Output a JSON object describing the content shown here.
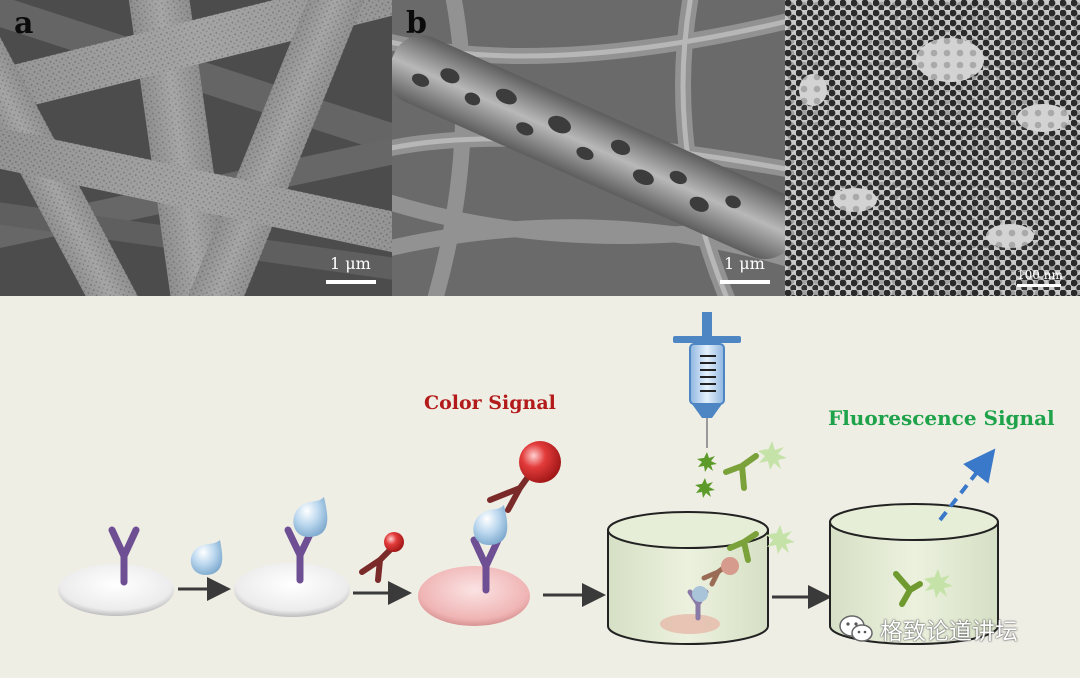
{
  "panels": {
    "a": {
      "letter": "a",
      "scale_label": "1 μm"
    },
    "b": {
      "letter": "b",
      "scale_label": "1 μm"
    },
    "c": {
      "scale_label": "100 nm"
    }
  },
  "scheme": {
    "color_signal_label": "Color Signal",
    "fluorescence_signal_label": "Fluorescence Signal"
  },
  "colors": {
    "background": "#efeee5",
    "color_signal": "#b31b1b",
    "fluorescence_signal": "#1ea34a",
    "antibody_capture": "#7a5a9e",
    "antigen": "#a8cdea",
    "gold_nanoparticle": "#d8262a",
    "fluorescent_antibody": "#7aa13a",
    "arrow": "#3a3a3a",
    "dashed_arrow": "#3a78c9"
  },
  "watermark": {
    "text": "格致论道讲坛"
  }
}
